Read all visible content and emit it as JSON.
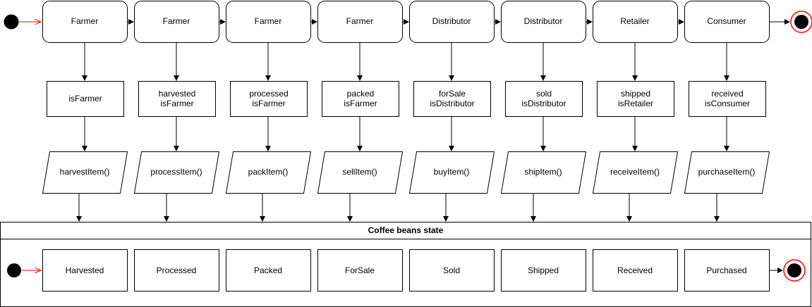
{
  "colors": {
    "stroke": "#000000",
    "start_node": "#000000",
    "start_arrow": "#ff0000",
    "end_ring": "#ff0000"
  },
  "actors": [
    "Farmer",
    "Farmer",
    "Farmer",
    "Farmer",
    "Distributor",
    "Distributor",
    "Retailer",
    "Consumer"
  ],
  "guards": [
    [
      "isFarmer"
    ],
    [
      "harvested",
      "isFarmer"
    ],
    [
      "processed",
      "isFarmer"
    ],
    [
      "packed",
      "isFarmer"
    ],
    [
      "forSale",
      "isDistributor"
    ],
    [
      "sold",
      "isDistributor"
    ],
    [
      "shipped",
      "isRetailer"
    ],
    [
      "received",
      "isConsumer"
    ]
  ],
  "actions": [
    "harvestItem()",
    "processItem()",
    "packItem()",
    "sellItem()",
    "buyItem()",
    "shipItem()",
    "receiveItem()",
    "purchaseItem()"
  ],
  "state_container": {
    "title": "Coffee beans state",
    "states": [
      "Harvested",
      "Processed",
      "Packed",
      "ForSale",
      "Sold",
      "Shipped",
      "Received",
      "Purchased"
    ]
  }
}
